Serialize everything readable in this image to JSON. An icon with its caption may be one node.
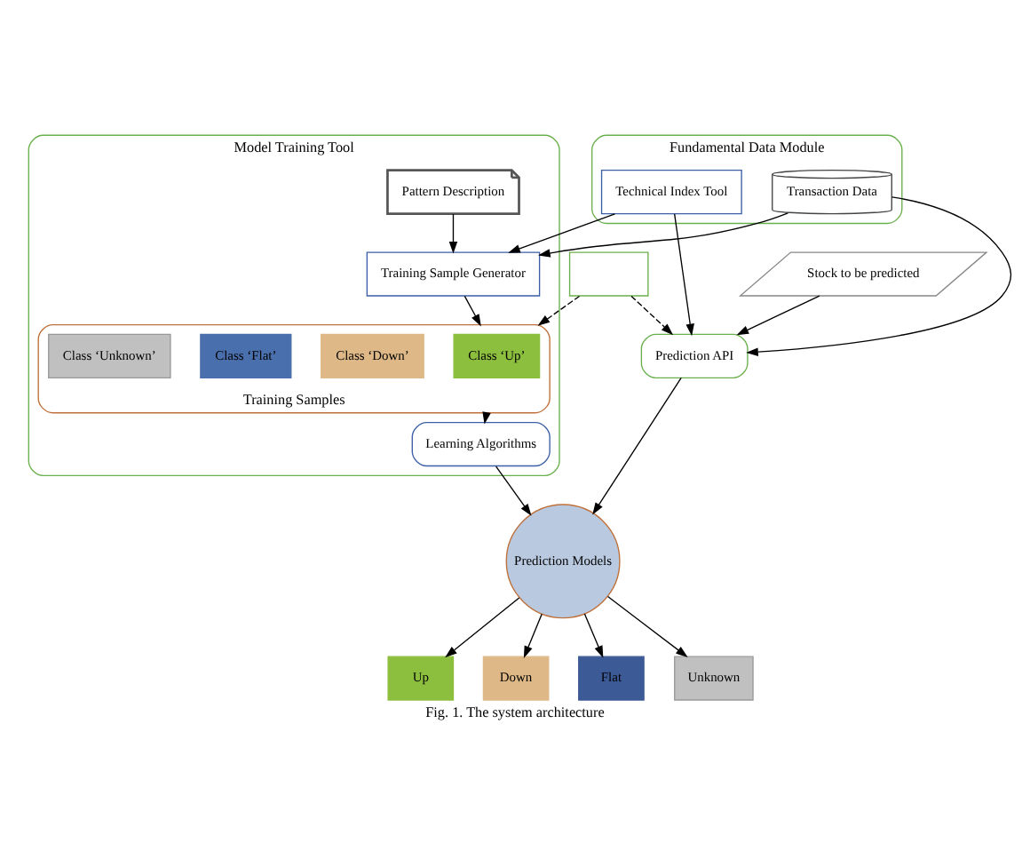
{
  "diagram": {
    "caption": "Fig. 1. The system architecture",
    "nodes": [
      {
        "text": [
          "Model Training Tool"
        ]
      },
      {
        "text": [
          "Pattern Description"
        ],
        "in": 0
      },
      {
        "text": [
          "Training Sample Generator"
        ],
        "in": 0
      },
      {
        "text": [
          "Training Samples"
        ],
        "in": 0
      },
      {
        "text": [
          "Class ‘Up’"
        ],
        "in": 3
      },
      {
        "text": [
          "Class ‘Down’"
        ],
        "in": 3
      },
      {
        "text": [
          "Class ‘Flat’"
        ],
        "in": 3
      },
      {
        "text": [
          "Class ‘Unknown’"
        ],
        "in": 3
      },
      {
        "text": [
          "Learning Algorithms"
        ],
        "in": 0
      },
      {
        "text": [
          "Fundamental Data Module"
        ]
      },
      {
        "text": [
          "Transaction Data"
        ],
        "in": 9
      },
      {
        "text": [
          "Technical Index Tool"
        ],
        "in": 9
      },
      {
        "text": [],
        "shape": "box"
      },
      {
        "text": [
          "Stock to be predicted"
        ]
      },
      {
        "text": [
          "Prediction API"
        ]
      },
      {
        "text": [
          "Prediction Models"
        ]
      },
      {
        "text": [
          "Up"
        ]
      },
      {
        "text": [
          "Down"
        ]
      },
      {
        "text": [
          "Flat"
        ]
      },
      {
        "text": [
          "Unknown"
        ]
      }
    ],
    "edges": [
      {
        "from": 1,
        "to": 2,
        "arrow": "to"
      },
      {
        "from": 2,
        "to": 3,
        "arrow": "to"
      },
      {
        "from": 3,
        "to": 8,
        "arrow": "to"
      },
      {
        "from": 10,
        "to": 2,
        "arrow": "to"
      },
      {
        "from": 11,
        "to": 2,
        "arrow": "to"
      },
      {
        "from": 8,
        "to": 15,
        "arrow": "to"
      },
      {
        "from": 12,
        "to": 3,
        "arrow": "to",
        "style": "dashed"
      },
      {
        "from": 12,
        "to": 14,
        "arrow": "to",
        "style": "dashed"
      },
      {
        "from": 10,
        "to": 14,
        "arrow": "to"
      },
      {
        "from": 11,
        "to": 14,
        "arrow": "to"
      },
      {
        "from": 13,
        "to": 14,
        "arrow": "to"
      },
      {
        "from": 14,
        "to": 15,
        "arrow": "to"
      },
      {
        "from": 15,
        "to": 16,
        "arrow": "to"
      },
      {
        "from": 15,
        "to": 17,
        "arrow": "to"
      },
      {
        "from": 15,
        "to": 18,
        "arrow": "to"
      },
      {
        "from": 15,
        "to": 19,
        "arrow": "to"
      }
    ]
  }
}
